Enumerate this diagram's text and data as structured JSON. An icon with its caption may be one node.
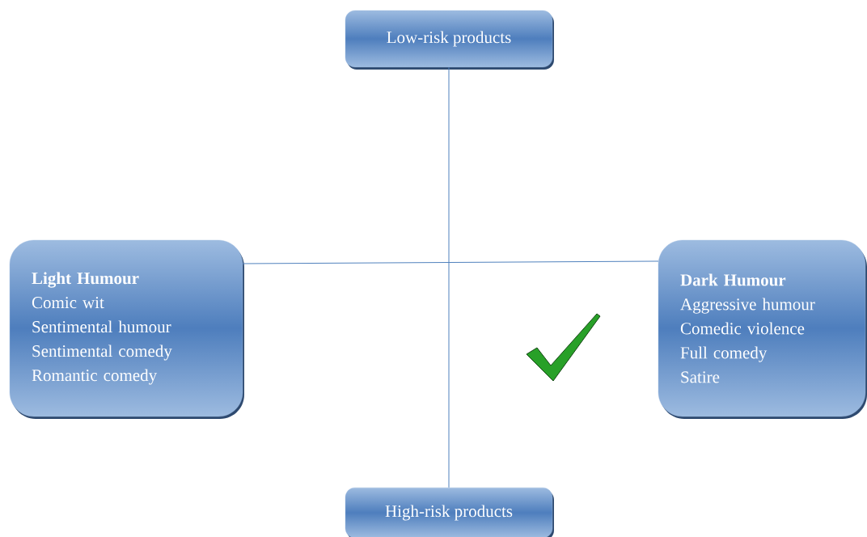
{
  "diagram": {
    "nodes": [
      {
        "text": [
          "Low-risk products"
        ]
      },
      {
        "text": [
          "Light Humour",
          "Comic wit",
          "Sentimental humour",
          "Sentimental comedy",
          "Romantic comedy"
        ]
      },
      {
        "text": [
          "Dark Humour",
          "Aggressive humour",
          "Comedic violence",
          "Full comedy",
          "Satire"
        ]
      },
      {
        "text": [
          "High-risk products"
        ]
      }
    ],
    "edges": [
      {
        "from": 0,
        "to": 3,
        "arrow": "none"
      },
      {
        "from": 1,
        "to": 2,
        "arrow": "none"
      }
    ]
  }
}
